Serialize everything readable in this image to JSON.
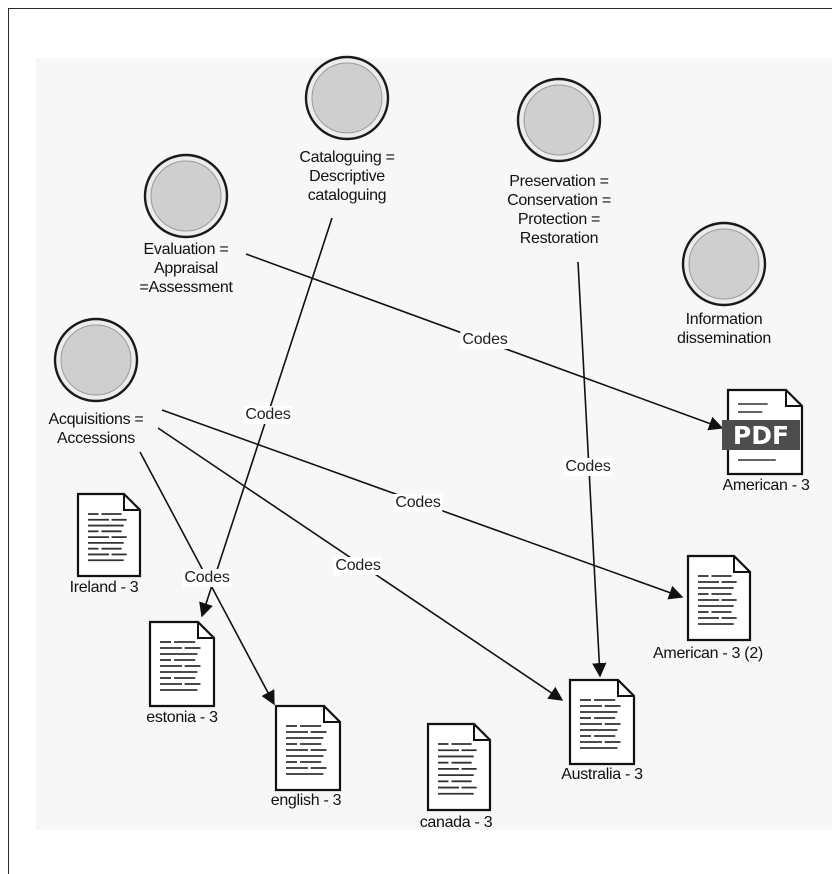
{
  "codes": [
    {
      "id": "cataloguing",
      "label_lines": [
        "Cataloguing =",
        "Descriptive",
        "cataloguing"
      ]
    },
    {
      "id": "preservation",
      "label_lines": [
        "Preservation =",
        "Conservation =",
        "Protection =",
        "Restoration"
      ]
    },
    {
      "id": "evaluation",
      "label_lines": [
        "Evaluation =",
        "Appraisal",
        "=Assessment"
      ]
    },
    {
      "id": "information",
      "label_lines": [
        "Information",
        "dissemination"
      ]
    },
    {
      "id": "acquisitions",
      "label_lines": [
        "Acquisitions =",
        "Accessions"
      ]
    }
  ],
  "documents": [
    {
      "id": "american-pdf",
      "label": "American - 3",
      "type": "pdf",
      "pdf_text": "PDF"
    },
    {
      "id": "ireland",
      "label": "Ireland - 3",
      "type": "text"
    },
    {
      "id": "american-2",
      "label": "American - 3 (2)",
      "type": "text"
    },
    {
      "id": "estonia",
      "label": "estonia - 3",
      "type": "text"
    },
    {
      "id": "english",
      "label": "english - 3",
      "type": "text"
    },
    {
      "id": "canada",
      "label": "canada - 3",
      "type": "text"
    },
    {
      "id": "australia",
      "label": "Australia - 3",
      "type": "text"
    }
  ],
  "links": [
    {
      "from": "evaluation",
      "to": "american-pdf",
      "label": "Codes"
    },
    {
      "from": "cataloguing",
      "to": "estonia",
      "label": "Codes"
    },
    {
      "from": "preservation",
      "to": "australia",
      "label": "Codes"
    },
    {
      "from": "acquisitions",
      "to": "american-2",
      "label": "Codes"
    },
    {
      "from": "acquisitions",
      "to": "australia",
      "label": "Codes"
    },
    {
      "from": "acquisitions",
      "to": "english",
      "label": "Codes"
    }
  ],
  "colors": {
    "node_fill": "#cfcfcf",
    "node_stroke": "#1a1a1a",
    "line": "#111111",
    "pdf_band": "#4d4d4d"
  }
}
